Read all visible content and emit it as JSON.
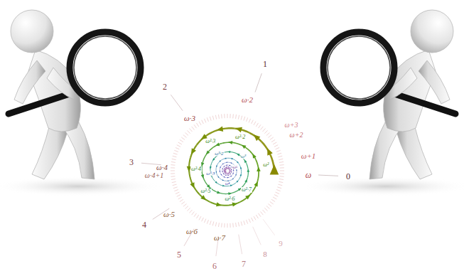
{
  "diagram": {
    "labels": [
      "0",
      "1",
      "2",
      "3",
      "4",
      "5",
      "6",
      "7",
      "8",
      "9",
      "ω",
      "ω+1",
      "ω+2",
      "ω+3",
      "ω·2",
      "ω·3",
      "ω·4",
      "ω·4+1",
      "ω·5",
      "ω·6",
      "ω·7",
      "ω²",
      "ω²·2",
      "ω²·3",
      "ω²·4",
      "ω²·5",
      "ω²·6",
      "ω²·7",
      "ω³",
      "ω³·2",
      "ω³·3",
      "ω⁴",
      "ω⁵"
    ]
  }
}
